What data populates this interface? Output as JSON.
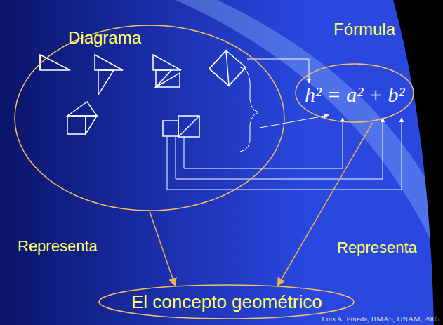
{
  "diagram": {
    "nodes": [
      {
        "text": [
          "Diagrama"
        ]
      },
      {
        "text": [
          "Fórmula",
          "h² = a² + b²"
        ]
      },
      {
        "text": [
          "El concepto geométrico"
        ]
      }
    ],
    "edges": [
      {
        "from": 0,
        "to": 2,
        "label": "Representa",
        "arrow": "to"
      },
      {
        "from": 1,
        "to": 2,
        "label": "Representa",
        "arrow": "to"
      }
    ],
    "labels": [
      "Luis A. Pineda, IIMAS, UNAM, 2005"
    ]
  }
}
